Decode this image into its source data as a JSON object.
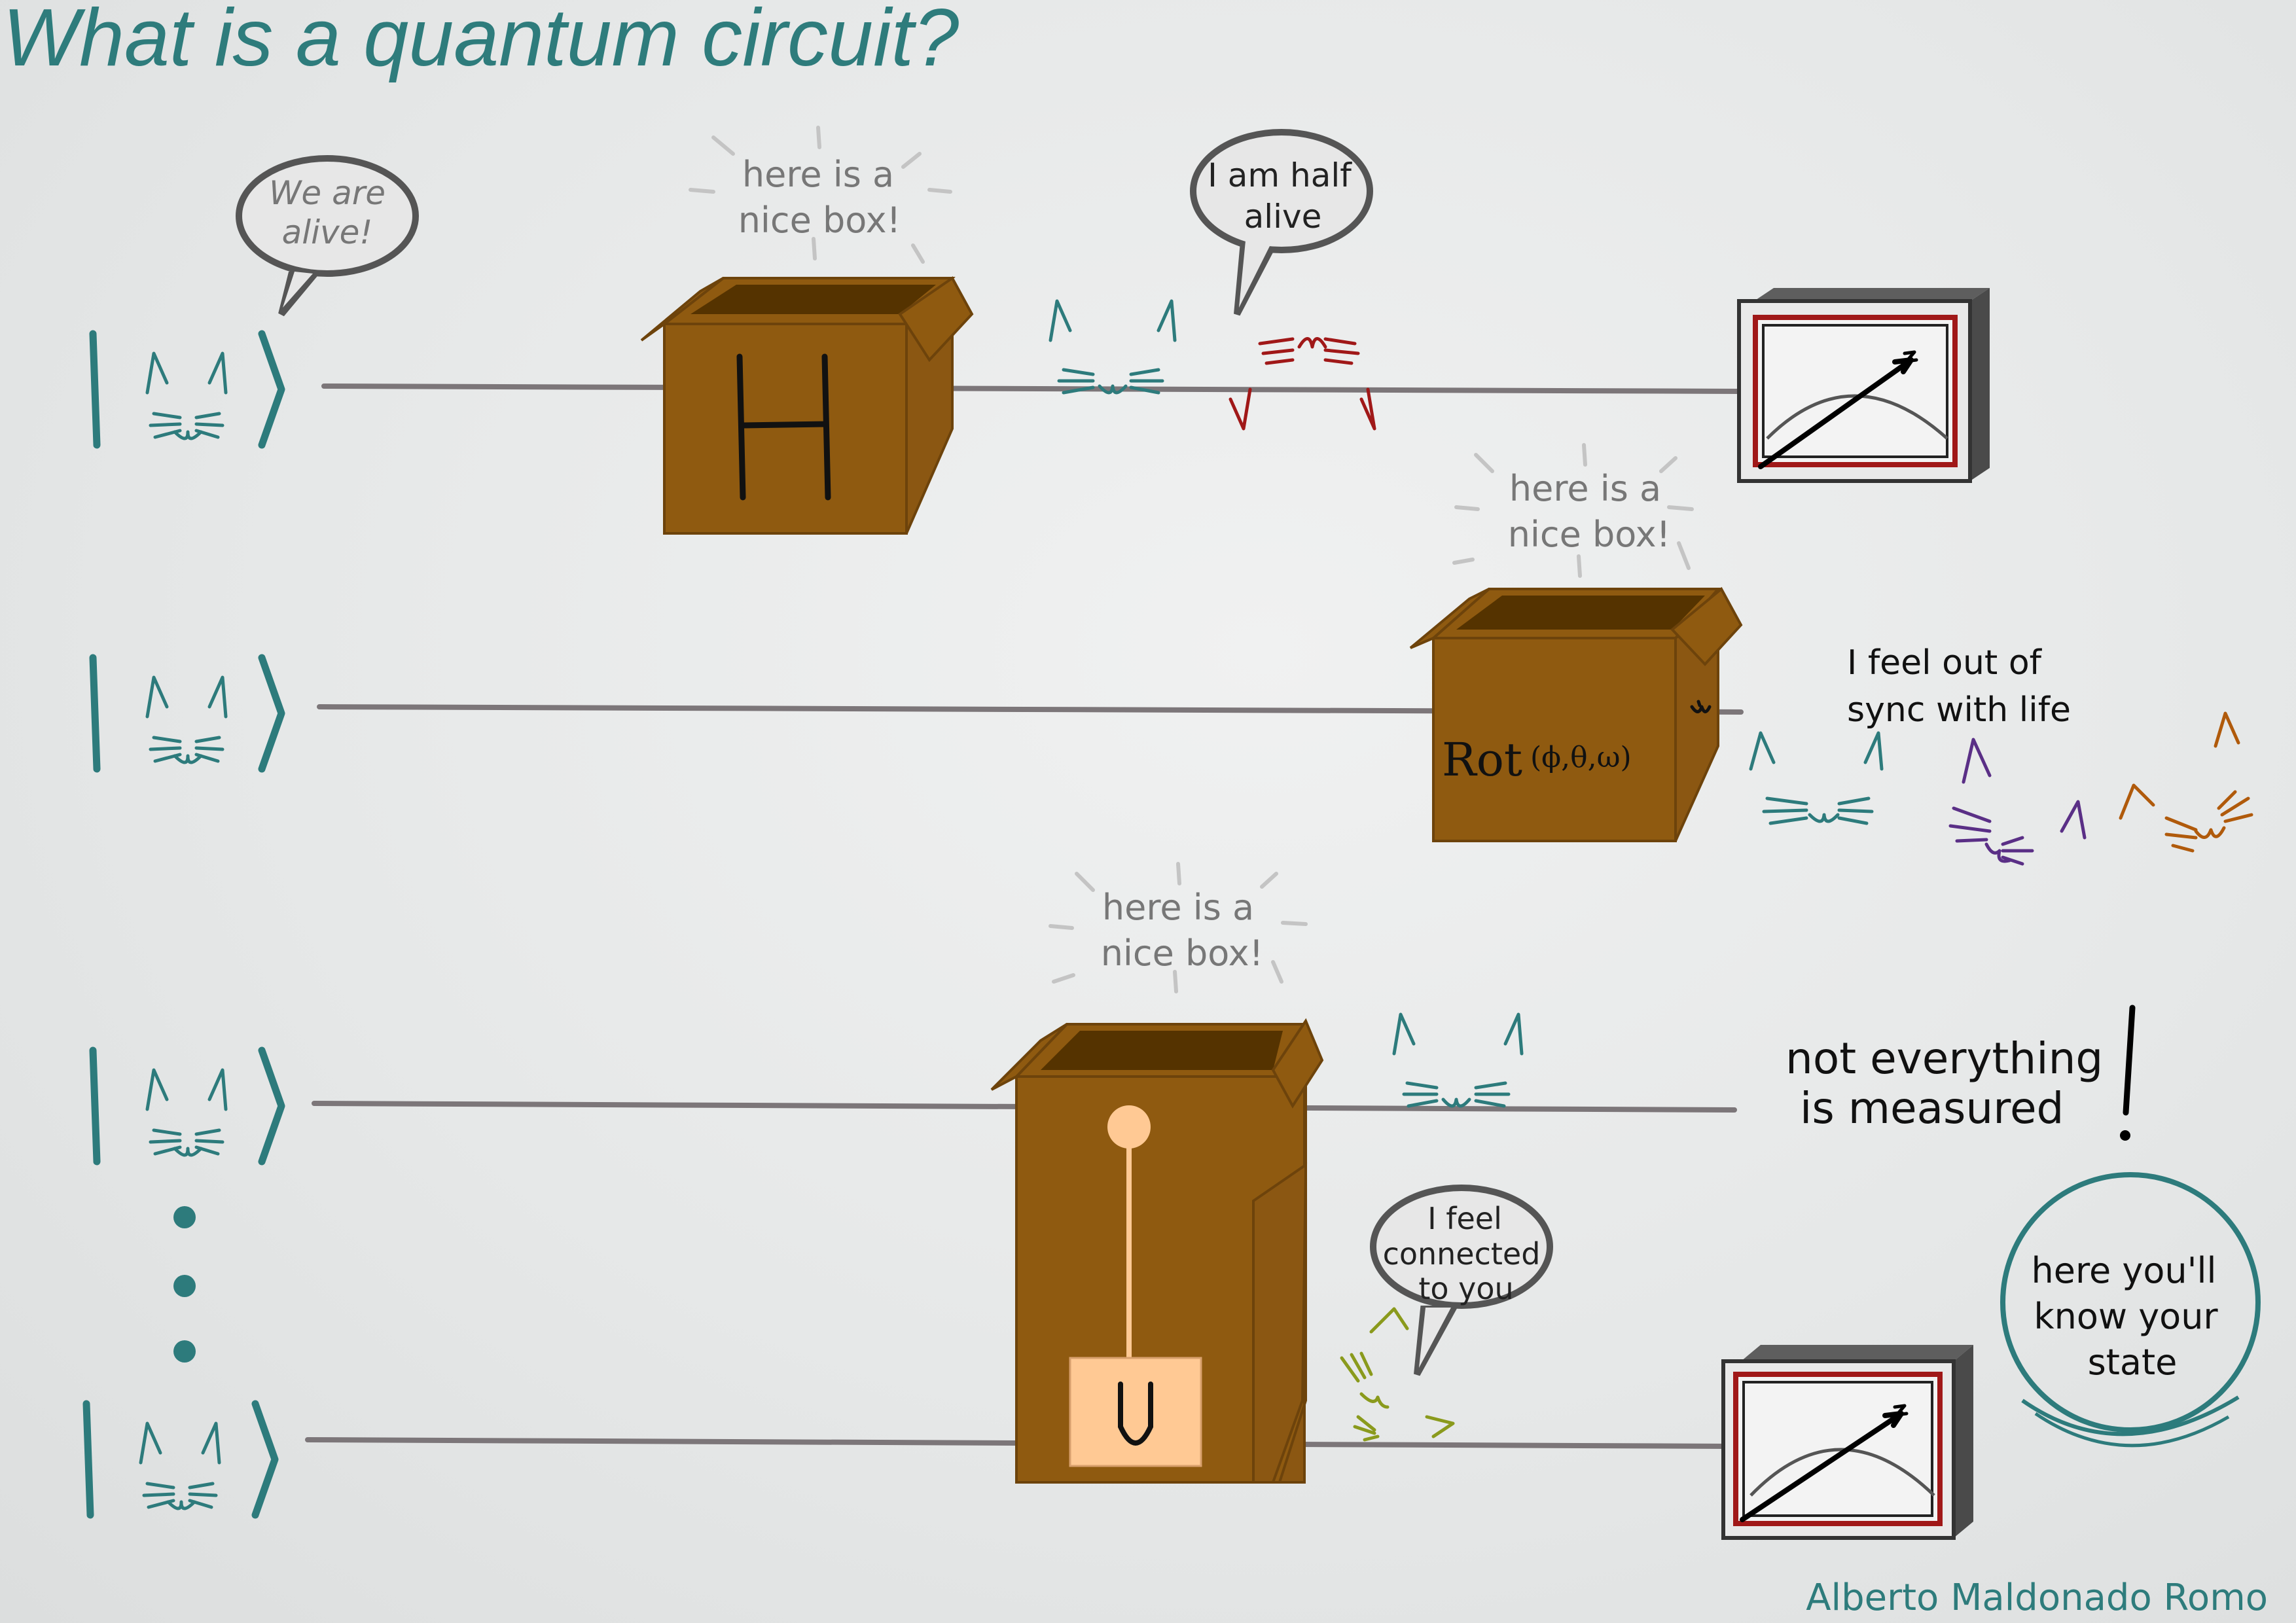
{
  "title": "What is a quantum circuit?",
  "author": "Alberto Maldonado Romo",
  "gates": {
    "h_label": "H",
    "rot_label": "Rot",
    "rot_params": "(ϕ,θ,ω)",
    "u_label": "U"
  },
  "box_callouts": {
    "line1": "here is a",
    "line2": "nice box!"
  },
  "bubbles": {
    "alive": [
      "We are",
      "alive!"
    ],
    "half_alive": [
      "I am half",
      "alive"
    ],
    "connected": [
      "I feel",
      "connected",
      "to you"
    ]
  },
  "captions": {
    "out_of_sync": [
      "I feel out of",
      "sync with life"
    ],
    "not_measured": [
      "not everything",
      "is measured"
    ],
    "exclamation": "!",
    "know_state": [
      "here you'll",
      "know your",
      "state"
    ]
  },
  "colors": {
    "title": "#2e7c7c",
    "cat_teal": "#2d7b7c",
    "cat_red": "#a01818",
    "cat_purple": "#5a2f86",
    "cat_orange": "#b05a0b",
    "cat_green": "#8a9a1c",
    "box_brown": "#8f5a10",
    "meter_red": "#a01818"
  },
  "icons": {
    "qubit": "cat-ket-icon",
    "measurement": "meter-icon",
    "gate": "cardboard-box-icon",
    "continuation": "vertical-ellipsis-icon"
  }
}
